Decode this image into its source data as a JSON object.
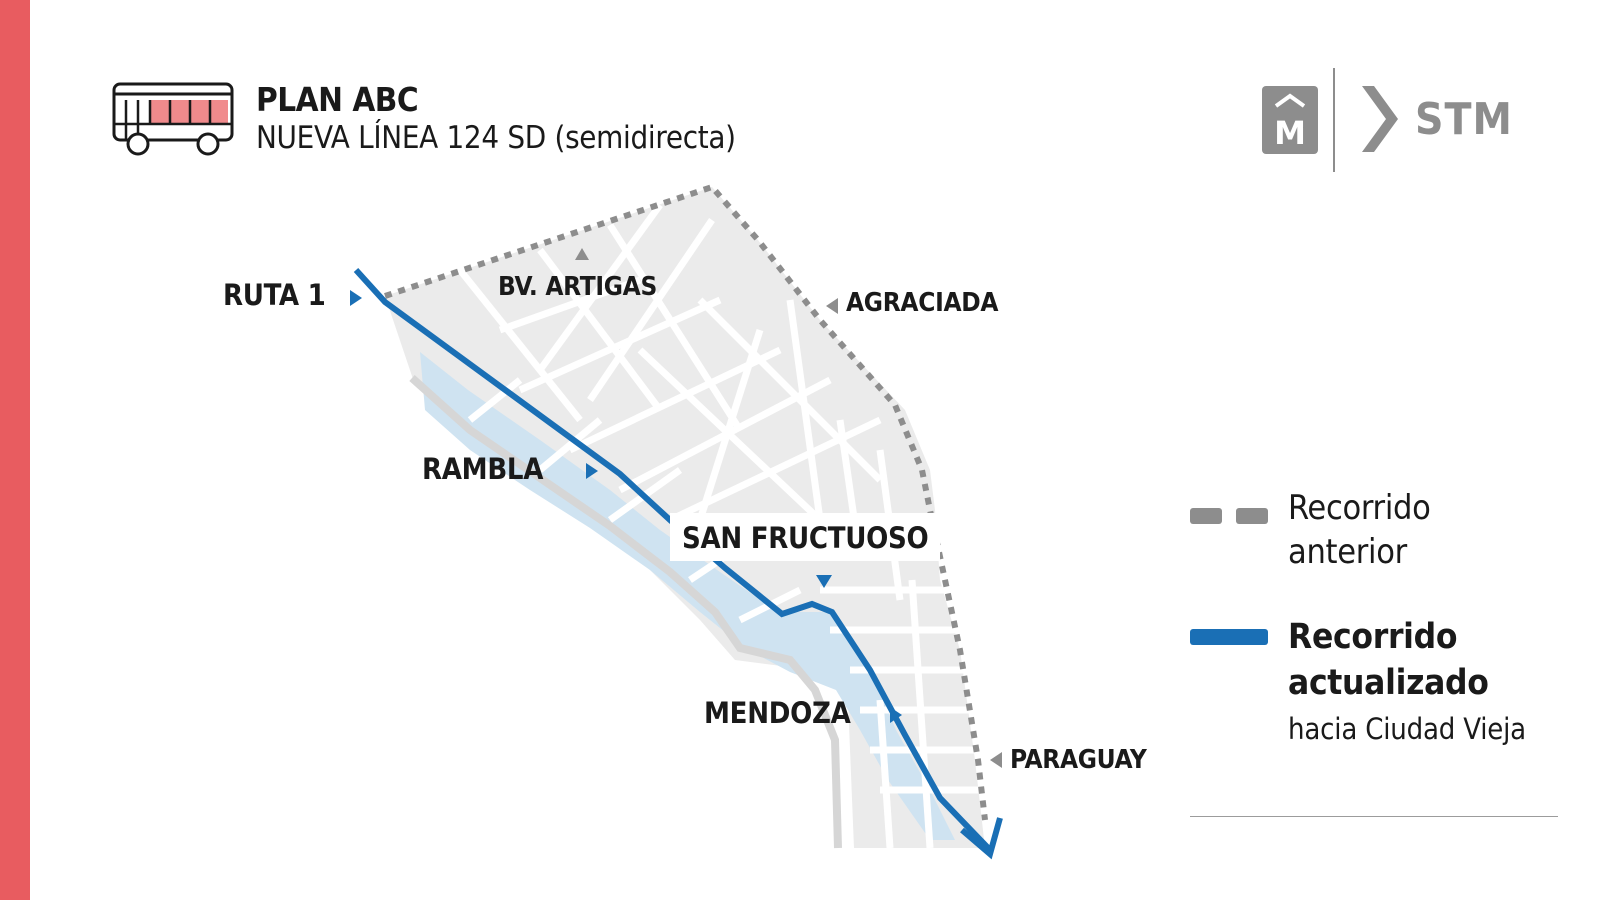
{
  "header": {
    "title": "PLAN ABC",
    "subtitle": "NUEVA LÍNEA 124 SD (semidirecta)",
    "bus_icon": "bus-icon"
  },
  "logos": {
    "m_mark": "M",
    "stm": "STM"
  },
  "map_labels": {
    "ruta1": "RUTA 1",
    "bv_artigas": "BV. ARTIGAS",
    "agraciada": "AGRACIADA",
    "rambla": "RAMBLA",
    "san_fructuoso": "SAN FRUCTUOSO",
    "mendoza": "MENDOZA",
    "paraguay": "PARAGUAY"
  },
  "legend": {
    "old_route_line1": "Recorrido",
    "old_route_line2": "anterior",
    "new_route_line1": "Recorrido",
    "new_route_line2": "actualizado",
    "new_route_sub": "hacia Ciudad Vieja"
  },
  "colors": {
    "accent_bar": "#e85c60",
    "new_route": "#1a6fb5",
    "old_route": "#8d8d8d",
    "blocks": "#ebebeb",
    "water_blocks": "#cfe3f1"
  }
}
